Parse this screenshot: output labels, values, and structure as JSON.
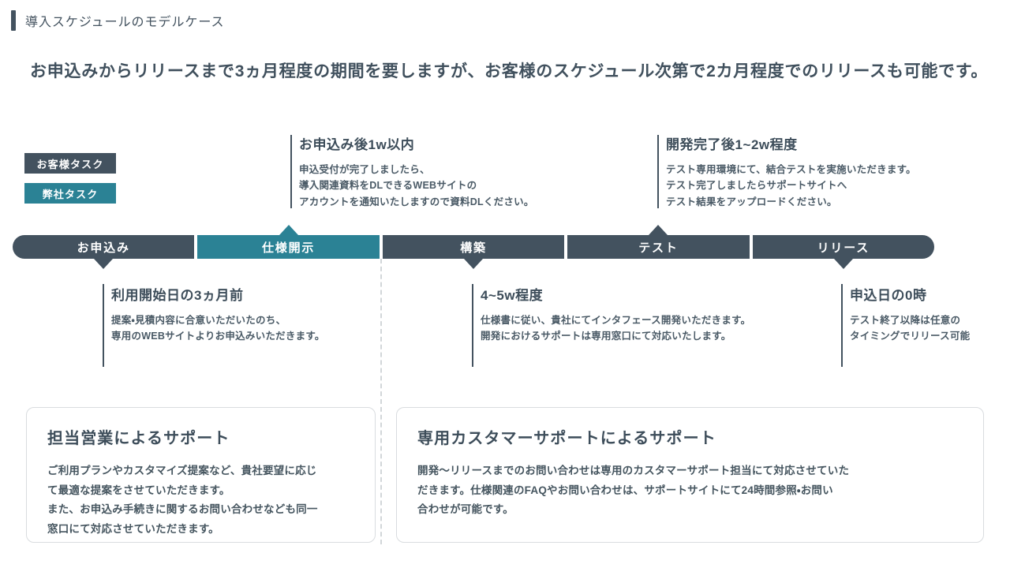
{
  "header": {
    "title": "導入スケジュールのモデルケース",
    "lead": "お申込みからリリースまで3ヵ月程度の期間を要しますが、お客様のスケジュール次第で2カ月程度でのリリースも可能です。"
  },
  "legend": {
    "items": [
      {
        "label": "お客様タスク",
        "color": "#43525f"
      },
      {
        "label": "弊社タスク",
        "color": "#2b8295"
      }
    ]
  },
  "timeline": {
    "stages": [
      {
        "label": "お申込み",
        "color": "#43525f",
        "owner": "customer"
      },
      {
        "label": "仕様開示",
        "color": "#2b8295",
        "owner": "company"
      },
      {
        "label": "構築",
        "color": "#43525f",
        "owner": "customer"
      },
      {
        "label": "テスト",
        "color": "#43525f",
        "owner": "customer"
      },
      {
        "label": "リリース",
        "color": "#43525f",
        "owner": "customer"
      }
    ]
  },
  "callouts": {
    "above": [
      {
        "title": "お申込み後1w以内",
        "lines": [
          "申込受付が完了しましたら、",
          "導入関連資料をDLできるWEBサイトの",
          "アカウントを通知いたしますので資料DLください。"
        ]
      },
      {
        "title": "開発完了後1~2w程度",
        "lines": [
          "テスト専用環境にて、結合テストを実施いただきます。",
          "テスト完了しましたらサポートサイトへ",
          "テスト結果をアップロードください。"
        ]
      }
    ],
    "below": [
      {
        "title": "利用開始日の3ヵ月前",
        "lines": [
          "提案・見積内容に合意いただいたのち、",
          "専用のWEBサイトよりお申込みいただきます。"
        ]
      },
      {
        "title": "4~5w程度",
        "lines": [
          "仕様書に従い、貴社にてインタフェース開発いただきます。",
          "開発におけるサポートは専用窓口にて対応いたします。"
        ]
      },
      {
        "title": "申込日の0時",
        "lines": [
          "テスト終了以降は任意の",
          "タイミングでリリース可能"
        ]
      }
    ]
  },
  "support_cards": [
    {
      "title": "担当営業によるサポート",
      "lines": [
        "ご利用プランやカスタマイズ提案など、貴社要望に応じ",
        "て最適な提案をさせていただきます。",
        "また、お申込み手続きに関するお問い合わせなども同一",
        "窓口にて対応させていただきます。"
      ]
    },
    {
      "title": "専用カスタマーサポートによるサポート",
      "lines": [
        "開発〜リリースまでのお問い合わせは専用のカスタマーサポート担当にて対応させていた",
        "だきます。仕様関連のFAQやお問い合わせは、サポートサイトにて24時間参照・お問い",
        "合わせが可能です。"
      ]
    }
  ],
  "colors": {
    "slate": "#43525f",
    "teal": "#2b8295",
    "text": "#40505d",
    "card_border": "#d9dcdf",
    "divider": "#d2d6d9"
  }
}
